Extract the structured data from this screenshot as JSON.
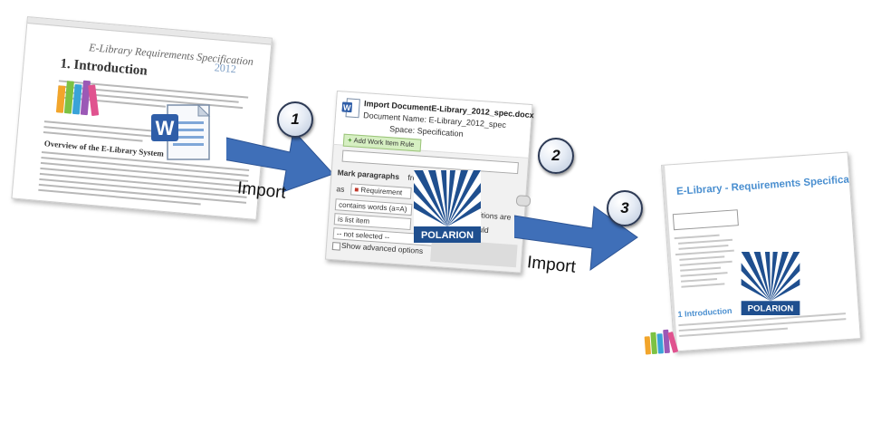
{
  "steps": [
    {
      "number": "1"
    },
    {
      "number": "2"
    },
    {
      "number": "3"
    }
  ],
  "arrows": [
    {
      "label": "Import"
    },
    {
      "label": "Import"
    }
  ],
  "source_doc": {
    "title": "E-Library Requirements Specification",
    "year": "2012",
    "heading": "1. Introduction",
    "subheading": "Overview of the E-Library System"
  },
  "import_dialog": {
    "title": "Import DocumentE-Library_2012_spec.docx",
    "document_name_label": "Document Name:",
    "document_name_value": "E-Library_2012_spec",
    "space_label": "Space:",
    "space_value": "Specification",
    "add_rule_button": "Add Work Item Rule",
    "mark_paragraphs_label": "Mark paragraphs",
    "from_label": "from",
    "as_label": "as",
    "as_value": "Requirement",
    "condition1": "contains words (a=A)",
    "condition2": "is list item",
    "condition3": "-- not selected --",
    "conditions_are": "onditions are",
    "should": "should",
    "advanced_options": "Show advanced options"
  },
  "result_doc": {
    "title": "E-Library - Requirements Specification",
    "intro_heading": "1 Introduction"
  },
  "logo": {
    "text": "POLARION",
    "color": "#1f4f8f"
  },
  "colors": {
    "arrow": "#3f6fb8",
    "title_blue": "#4a8fd0"
  }
}
